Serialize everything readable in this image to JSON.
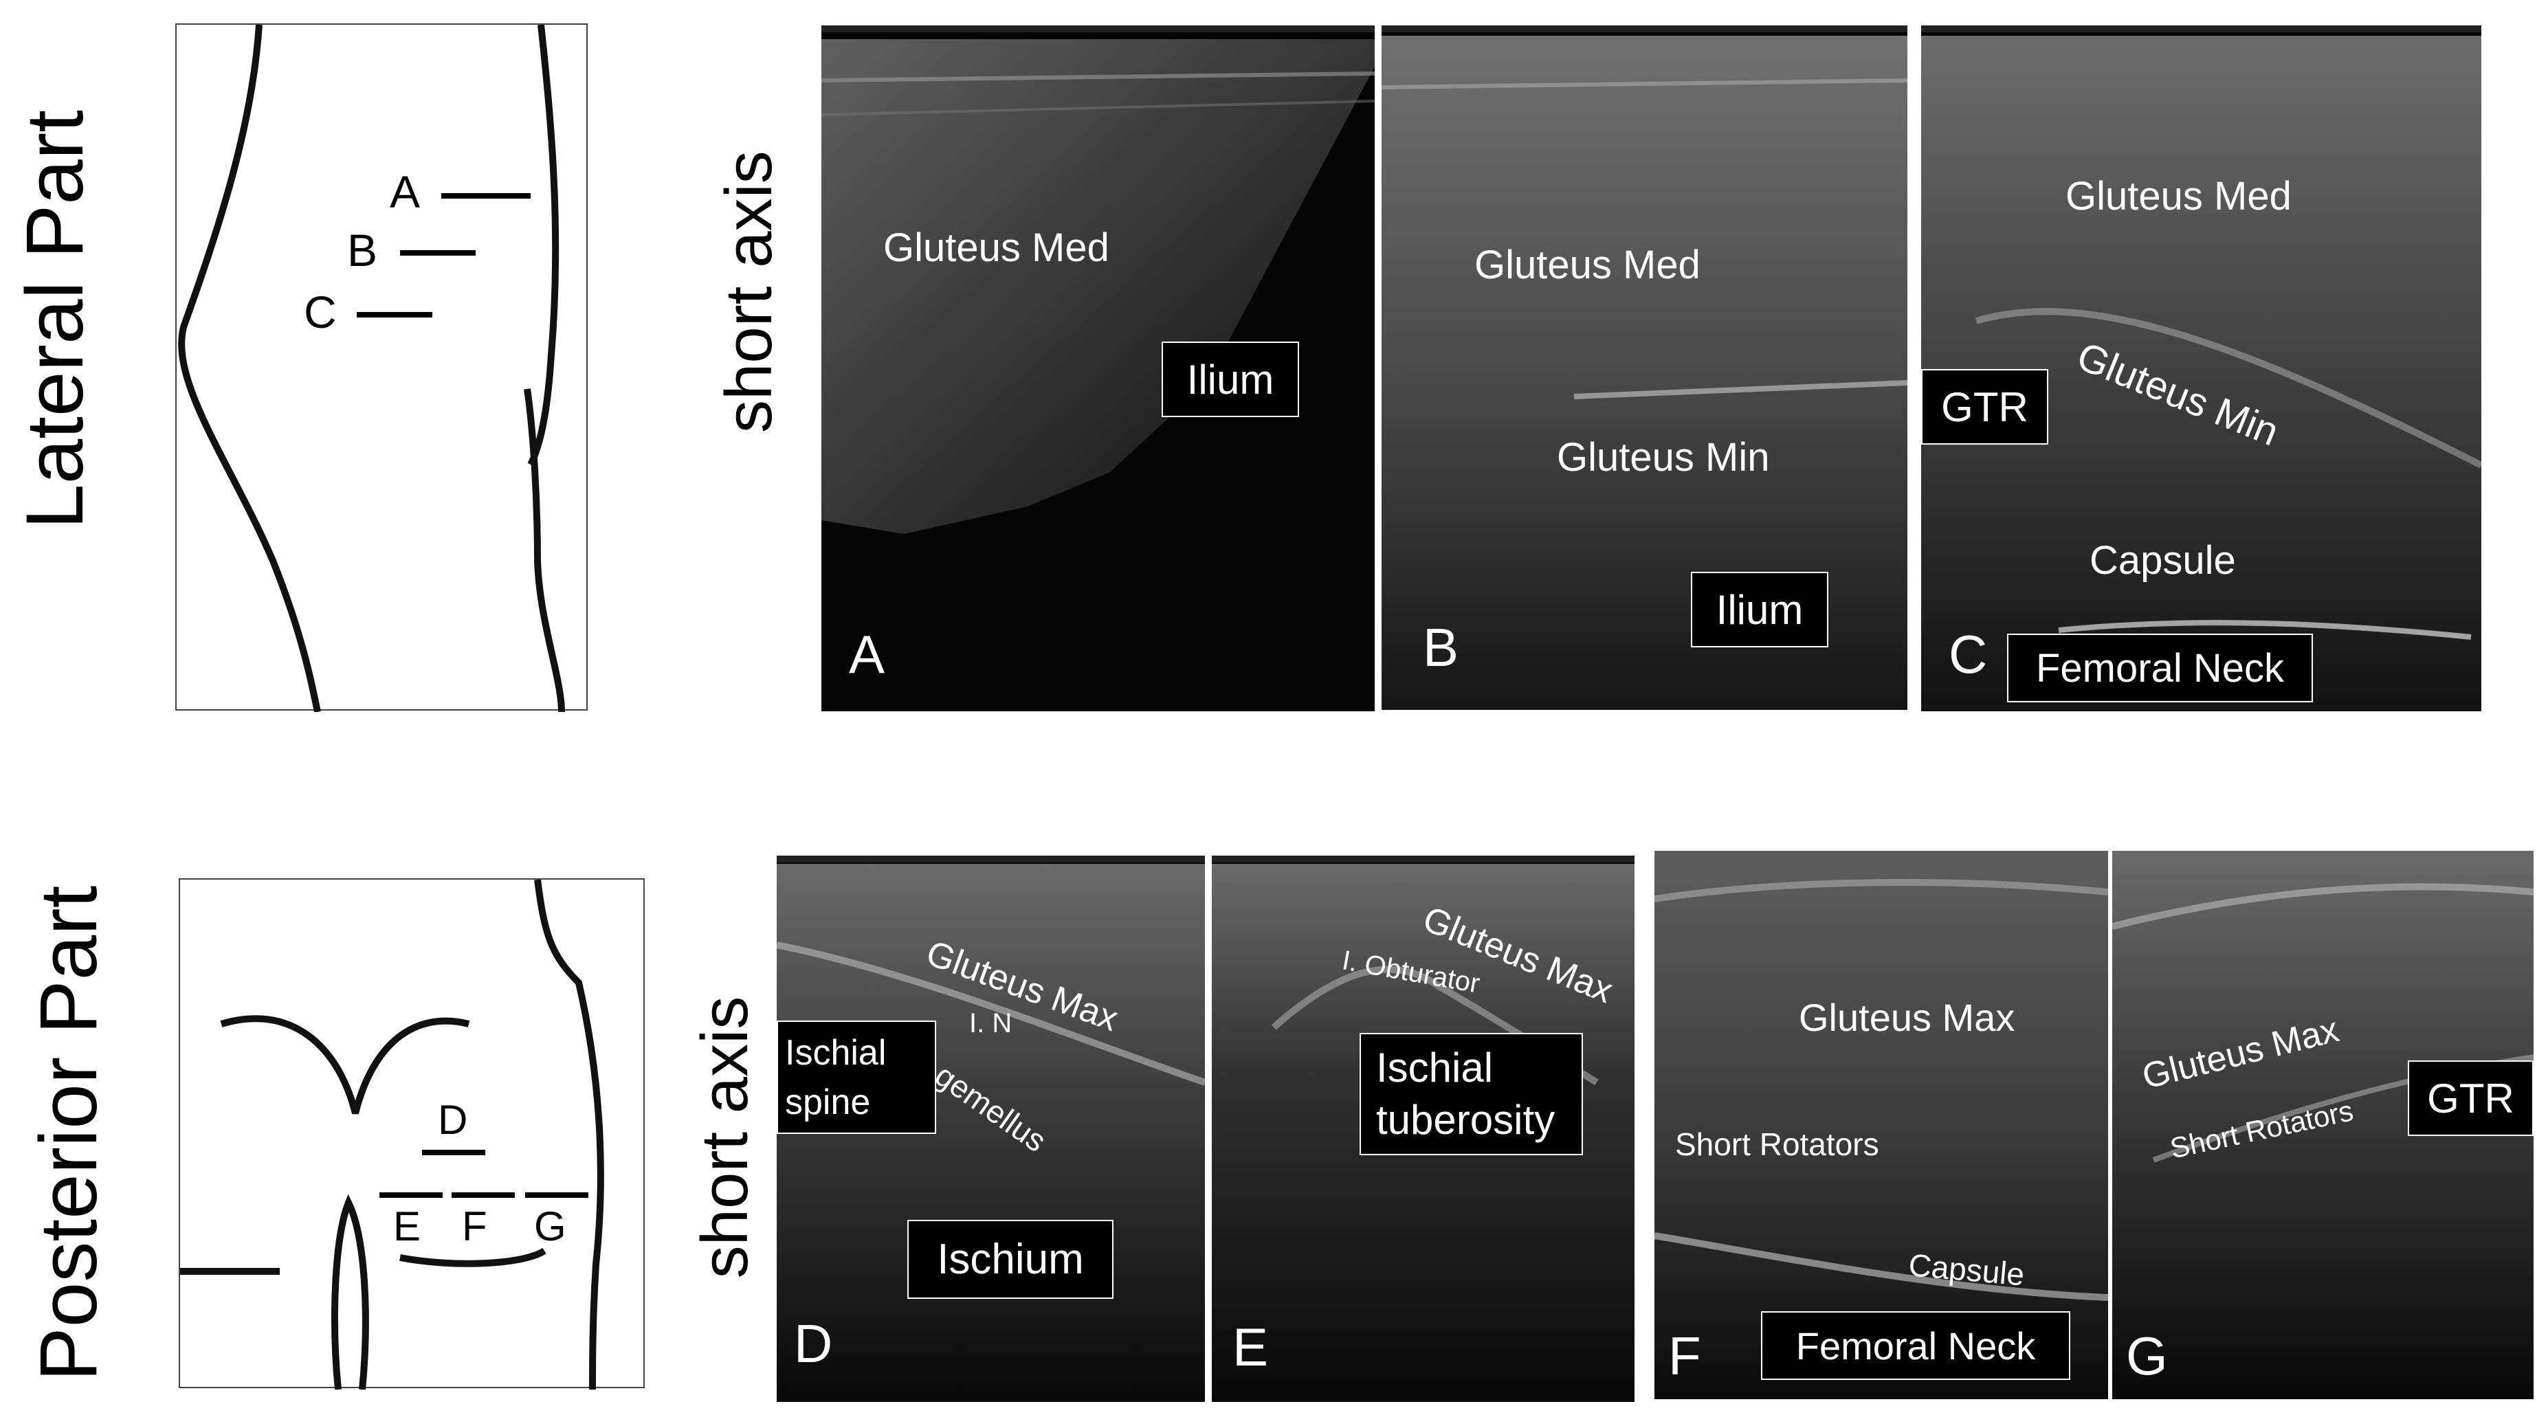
{
  "sections": [
    {
      "id": "lateral",
      "title": "Lateral Part",
      "axis_label": "short axis",
      "diagram_markers": [
        "A",
        "B",
        "C"
      ],
      "images": [
        {
          "letter": "A",
          "labels": [
            {
              "text": "Gluteus Med",
              "boxed": false
            },
            {
              "text": "Ilium",
              "boxed": true
            }
          ]
        },
        {
          "letter": "B",
          "labels": [
            {
              "text": "Gluteus Med",
              "boxed": false
            },
            {
              "text": "Gluteus Min",
              "boxed": false
            },
            {
              "text": "Ilium",
              "boxed": true
            }
          ]
        },
        {
          "letter": "C",
          "labels": [
            {
              "text": "Gluteus Med",
              "boxed": false
            },
            {
              "text": "Gluteus Min",
              "boxed": false
            },
            {
              "text": "GTR",
              "boxed": true
            },
            {
              "text": "Capsule",
              "boxed": false
            },
            {
              "text": "Femoral Neck",
              "boxed": true
            }
          ]
        }
      ]
    },
    {
      "id": "posterior",
      "title": "Posterior Part",
      "axis_label": "short axis",
      "diagram_markers": [
        "D",
        "E",
        "F",
        "G"
      ],
      "images": [
        {
          "letter": "D",
          "labels": [
            {
              "text": "Gluteus Max",
              "boxed": false
            },
            {
              "text": "I. N",
              "boxed": false
            },
            {
              "text": "S. gemellus",
              "boxed": false
            },
            {
              "text": "Ischial spine",
              "boxed": true
            },
            {
              "text": "Ischium",
              "boxed": true
            }
          ]
        },
        {
          "letter": "E",
          "labels": [
            {
              "text": "Gluteus Max",
              "boxed": false
            },
            {
              "text": "I. Obturator",
              "boxed": false
            },
            {
              "text": "Ischial tuberosity",
              "boxed": true
            }
          ]
        },
        {
          "letter": "F",
          "labels": [
            {
              "text": "Gluteus Max",
              "boxed": false
            },
            {
              "text": "Short Rotators",
              "boxed": false
            },
            {
              "text": "Capsule",
              "boxed": false
            },
            {
              "text": "Femoral Neck",
              "boxed": true
            }
          ]
        },
        {
          "letter": "G",
          "labels": [
            {
              "text": "Gluteus Max",
              "boxed": false
            },
            {
              "text": "Short Rotators",
              "boxed": false
            },
            {
              "text": "GTR",
              "boxed": true
            }
          ]
        }
      ]
    }
  ]
}
